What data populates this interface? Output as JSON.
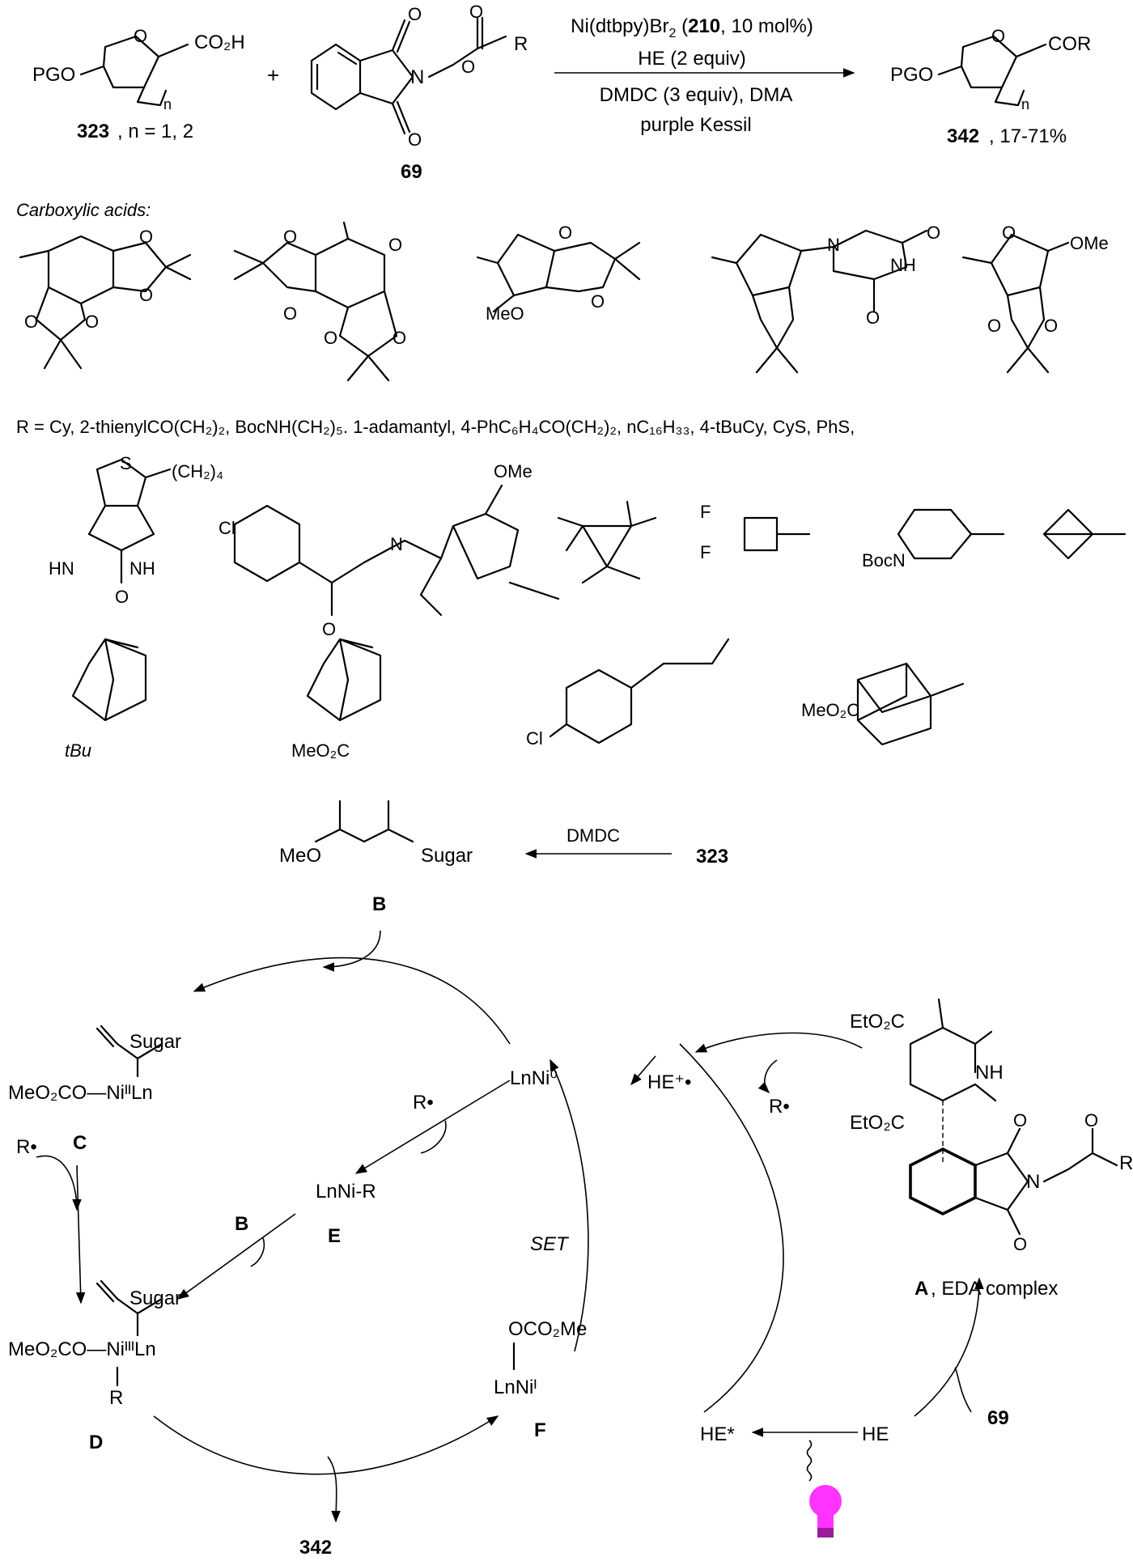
{
  "reaction": {
    "reactant1_pgo": "PGO",
    "reactant1_acid": "CO₂H",
    "reactant1_o": "O",
    "reactant1_n": "n",
    "reactant1_id": "323",
    "reactant1_note": ", n = 1, 2",
    "plus": "+",
    "reactant2_id": "69",
    "reactant2_r": "R",
    "reactant2_n": "N",
    "reactant2_o": "O",
    "conditions": {
      "catalyst_pre": "Ni(dtbpy)Br",
      "catalyst_sub": "2",
      "catalyst_open": " (",
      "catalyst_id": "210",
      "catalyst_post": ", 10 mol%)",
      "reagent": "HE (2 equiv)",
      "additive": "DMDC (3 equiv), DMA",
      "light": "purple Kessil"
    },
    "product_pgo": "PGO",
    "product_cor": "COR",
    "product_o": "O",
    "product_n": "n",
    "product_id": "342",
    "product_yield": ", 17-71%"
  },
  "substrates": {
    "acids_heading": "Carboxylic acids:",
    "r_prefix": "R = Cy, 2-thienylCO(CH",
    "r_list_full": "R = Cy, 2-thienylCO(CH₂)₂, BocNH(CH₂)₅. 1-adamantyl, 4-PhC₆H₄CO(CH₂)₂, nC₁₆H₃₃, 4-tBuCy, CyS, PhS,",
    "labels": {
      "s": "S",
      "ch2_4": "(CH₂)₄",
      "hn": "HN",
      "nh": "NH",
      "o": "O",
      "ome": "OMe",
      "meo": "MeO",
      "cl": "Cl",
      "n": "N",
      "f": "F",
      "bocn": "BocN",
      "tbu": "tBu",
      "meo2c": "MeO₂C"
    }
  },
  "mechanism": {
    "b_label": "B",
    "b_meo": "MeO",
    "b_sugar": "Sugar",
    "dmdc": "DMDC",
    "start_id": "323",
    "c_label": "C",
    "c_sugar": "Sugar",
    "c_complex": "MeO₂CO—NiᴵᴵLn",
    "lnni0": "LnNi⁰",
    "r_radical": "R•",
    "e_species": "LnNi-R",
    "e_label": "E",
    "b_small": "B",
    "d_label": "D",
    "d_sugar": "Sugar",
    "d_complex": "MeO₂CO—NiᴵᴵᴵLn",
    "d_r": "R",
    "f_label": "F",
    "f_top": "OCO₂Me",
    "f_bottom": "LnNiᴵ",
    "set": "SET",
    "he_radical_cation": "HE⁺•",
    "he_star": "HE*",
    "he": "HE",
    "sixty_nine": "69",
    "product_342": "342",
    "a_label": "A",
    "a_desc": ", EDA complex",
    "a_eto2c_top": "EtO₂C",
    "a_eto2c_bottom": "EtO₂C",
    "a_nh": "NH",
    "a_r": "R"
  },
  "colors": {
    "bulb": "#ff33ff",
    "bulb_base": "#9b1c9b",
    "ink": "#000000"
  }
}
